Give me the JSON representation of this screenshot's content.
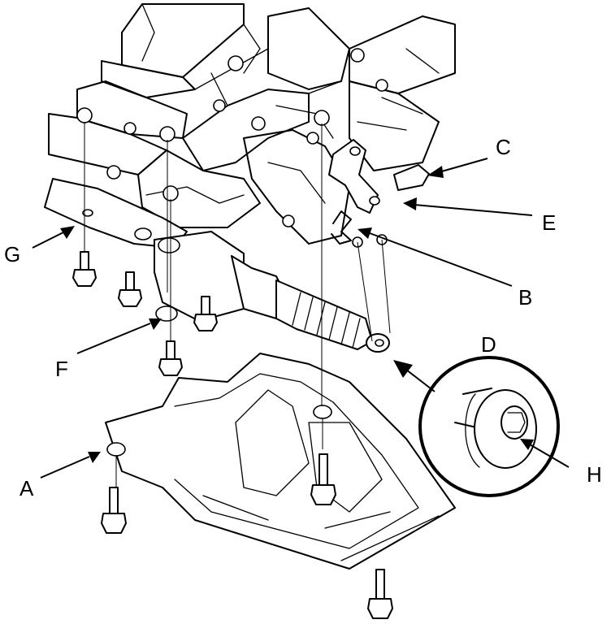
{
  "callouts": {
    "a": "A",
    "b": "B",
    "c": "C",
    "d": "D",
    "e": "E",
    "f": "F",
    "g": "G",
    "h": "H"
  },
  "colors": {
    "line": "#000000",
    "background": "#ffffff"
  }
}
